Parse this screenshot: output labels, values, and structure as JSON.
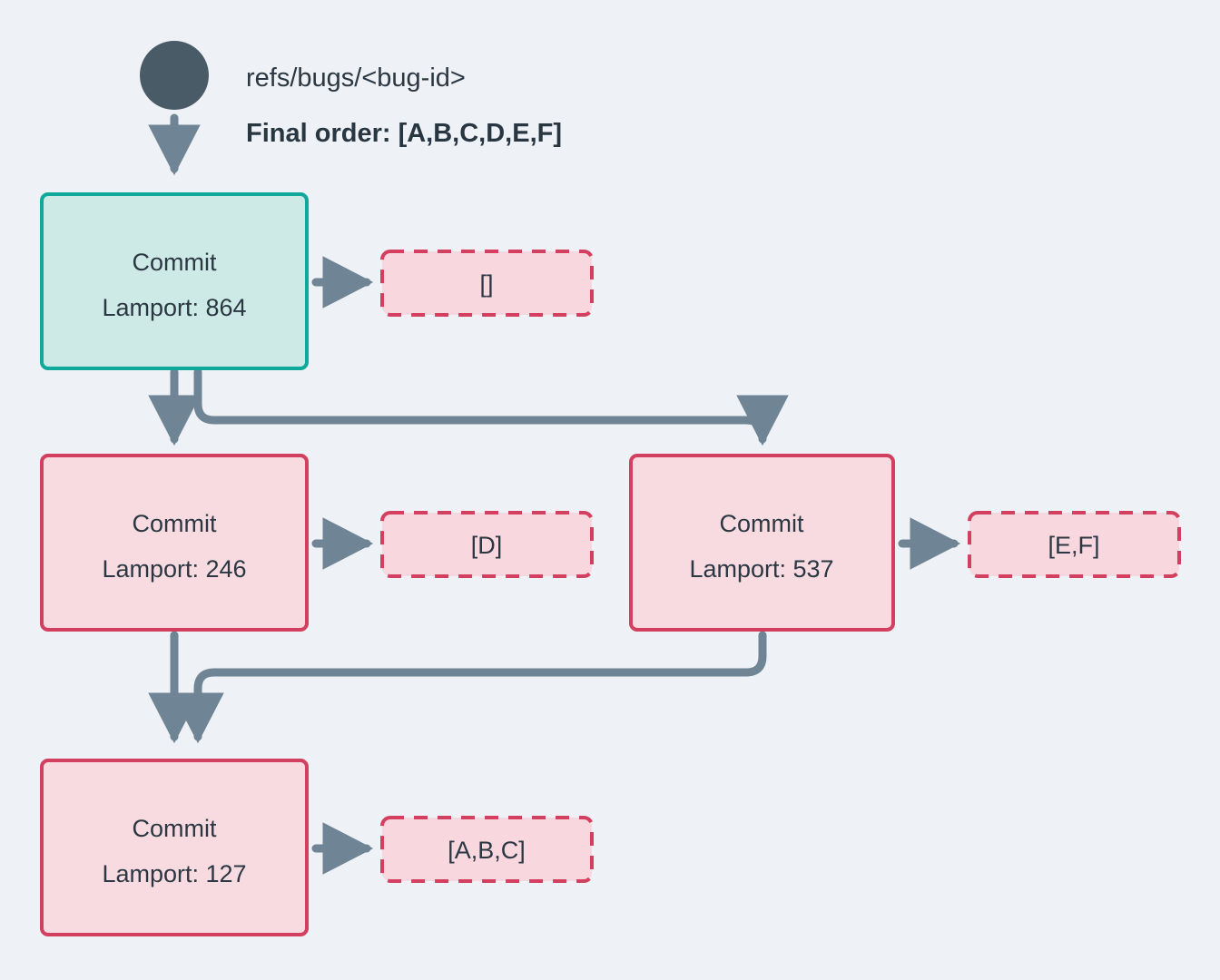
{
  "diagram": {
    "title_ref": "refs/bugs/<bug-id>",
    "final_order_label": "Final order: [A,B,C,D,E,F]",
    "root_node_name": "branch-root-node",
    "colors": {
      "background": "#eef2f6",
      "root_circle": "#4a5b68",
      "edge": "#6f8494",
      "head_border": "#0fa99c",
      "head_fill": "#cdeae6",
      "commit_border": "#d3405f",
      "commit_fill": "#f8dbe1",
      "chip_border": "#d3405f",
      "chip_fill": "#f8d7de",
      "text": "#2b3742"
    },
    "nodes": [
      {
        "id": "commit-864",
        "title": "Commit",
        "lamport": "Lamport: 864",
        "variant": "head",
        "chip": "[]",
        "chip_name": "ops-chip-empty"
      },
      {
        "id": "commit-246",
        "title": "Commit",
        "lamport": "Lamport: 246",
        "variant": "commit",
        "chip": "[D]",
        "chip_name": "ops-chip-d"
      },
      {
        "id": "commit-537",
        "title": "Commit",
        "lamport": "Lamport: 537",
        "variant": "commit",
        "chip": "[E,F]",
        "chip_name": "ops-chip-ef"
      },
      {
        "id": "commit-127",
        "title": "Commit",
        "lamport": "Lamport: 127",
        "variant": "commit",
        "chip": "[A,B,C]",
        "chip_name": "ops-chip-abc"
      }
    ]
  }
}
